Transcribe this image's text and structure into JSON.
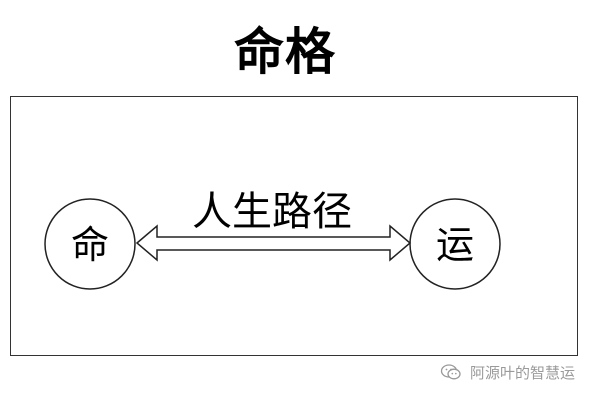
{
  "title": "命格",
  "nodes": {
    "left": "命",
    "right": "运"
  },
  "edge_label": "人生路径",
  "watermark": {
    "text": "阿源叶的智慧运",
    "icon": "wechat-icon"
  },
  "colors": {
    "stroke": "#222222",
    "watermark": "#9a9a9a"
  }
}
